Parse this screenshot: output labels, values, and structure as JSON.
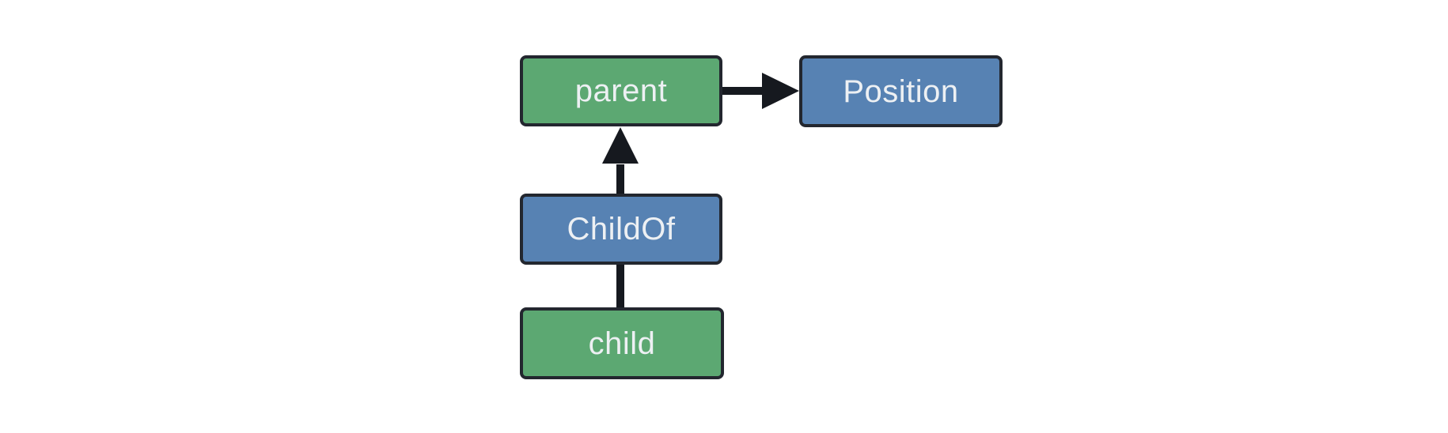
{
  "diagram": {
    "nodes": [
      {
        "id": "parent",
        "label": "parent",
        "variant": "green"
      },
      {
        "id": "Position",
        "label": "Position",
        "variant": "blue"
      },
      {
        "id": "ChildOf",
        "label": "ChildOf",
        "variant": "blue"
      },
      {
        "id": "child",
        "label": "child",
        "variant": "green"
      }
    ],
    "edges": [
      {
        "from": "parent",
        "to": "Position",
        "arrowhead": true
      },
      {
        "from": "ChildOf",
        "to": "parent",
        "arrowhead": true
      },
      {
        "from": "child",
        "to": "ChildOf",
        "arrowhead": false
      }
    ],
    "colors": {
      "entity_fill": "#5ca872",
      "component_fill": "#5782b3",
      "node_border": "#23272f",
      "edge": "#16191f",
      "text": "#edf0f3",
      "background": "#ffffff"
    }
  }
}
